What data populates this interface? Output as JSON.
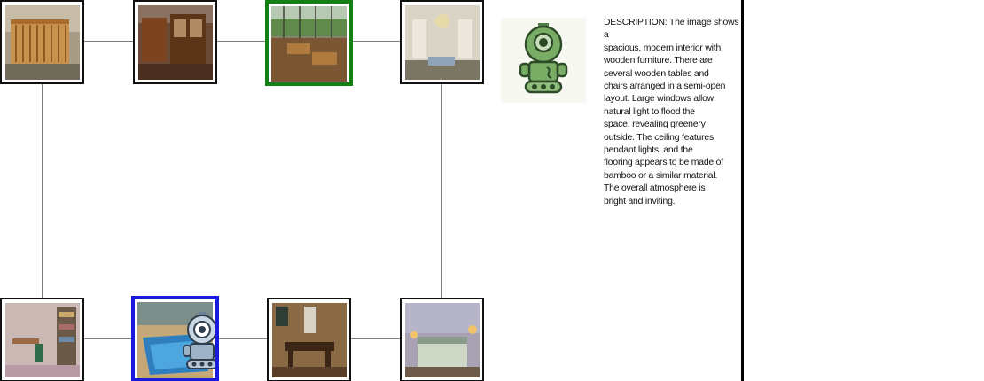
{
  "description_panel": {
    "agent_icon": "green-robot-icon",
    "text": "DESCRIPTION: The image shows a\nspacious, modern interior with\nwooden furniture. There are\nseveral wooden tables and\nchairs arranged in a semi-open\nlayout. Large windows allow\nnatural light to flood the\nspace, revealing greenery\noutside. The ceiling features\npendant lights, and the\nflooring appears to be made of\nbamboo or a similar material.\nThe overall atmosphere is\nbright and inviting."
  },
  "map": {
    "top_row": [
      {
        "scene": "nursery with wooden crib",
        "highlight": "none"
      },
      {
        "scene": "living room with wooden cabinets",
        "highlight": "none"
      },
      {
        "scene": "dining hall with wooden tables and large windows",
        "highlight": "target"
      },
      {
        "scene": "classic room with chandelier",
        "highlight": "none"
      }
    ],
    "bottom_row": [
      {
        "scene": "home office with shelves",
        "highlight": "none"
      },
      {
        "scene": "indoor swimming pool",
        "highlight": "current",
        "agent_icon": "gray-robot-icon"
      },
      {
        "scene": "dining room with dark table",
        "highlight": "none"
      },
      {
        "scene": "bedroom with bed and lamps",
        "highlight": "none"
      }
    ],
    "colors": {
      "target_border": "#128012",
      "current_border": "#1a1add",
      "link": "#7f7f7f"
    }
  }
}
